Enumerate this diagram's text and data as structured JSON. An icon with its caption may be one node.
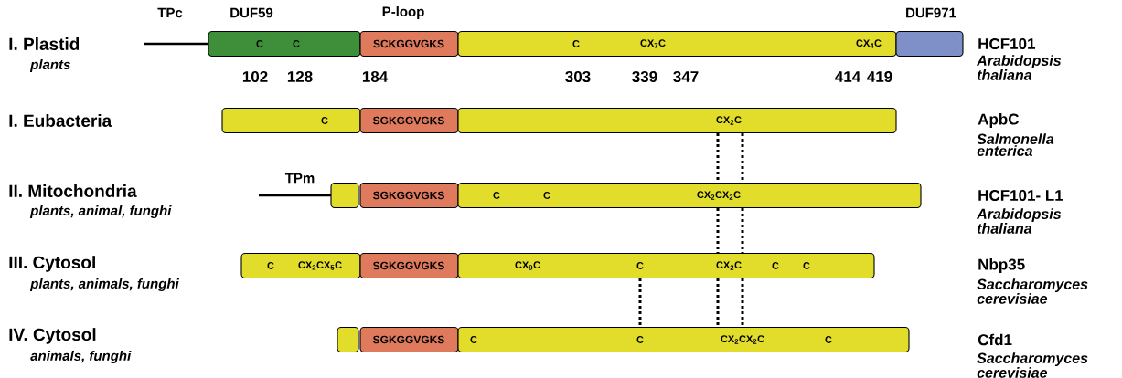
{
  "diagram": {
    "nodes": [
      {
        "text": [
          "DUF59",
          "C",
          "C"
        ],
        "beside": [
          "102",
          "128"
        ]
      },
      {
        "text": [
          "P-loop",
          "SCKGGVGKS"
        ],
        "beside": [
          "184"
        ]
      },
      {
        "text": [
          "C",
          "CX$_{7}$C",
          "CX$_{4}$C"
        ],
        "beside": [
          "303",
          "339",
          "347",
          "414",
          "419"
        ]
      },
      {
        "text": [
          "DUF971"
        ]
      },
      {
        "text": [
          "C"
        ]
      },
      {
        "text": [
          "SGKGGVGKS"
        ]
      },
      {
        "text": [
          "CX$_{2}$C"
        ]
      },
      {
        "text": [],
        "shape": "bar"
      },
      {
        "text": [
          "SGKGGVGKS"
        ]
      },
      {
        "text": [
          "C",
          "C",
          "CX$_{2}$CX$_{2}$C"
        ]
      },
      {
        "text": [
          "C",
          "CX$_{2}$CX$_{5}$C"
        ]
      },
      {
        "text": [
          "SGKGGVGKS"
        ]
      },
      {
        "text": [
          "CX$_{9}$C",
          "C",
          "CX$_{2}$C",
          "C",
          "C"
        ]
      },
      {
        "text": [],
        "shape": "bar"
      },
      {
        "text": [
          "SGKGGVGKS"
        ]
      },
      {
        "text": [
          "C",
          "C",
          "CX$_{2}$CX$_{2}$C",
          "C"
        ]
      }
    ],
    "edges": [
      {
        "from": 6,
        "to": 9,
        "arrow": "none",
        "style": "dashed"
      },
      {
        "from": 6,
        "to": 9,
        "arrow": "none",
        "style": "dashed"
      },
      {
        "from": 9,
        "to": 12,
        "arrow": "none",
        "style": "dashed"
      },
      {
        "from": 9,
        "to": 12,
        "arrow": "none",
        "style": "dashed"
      },
      {
        "from": 12,
        "to": 15,
        "arrow": "none",
        "style": "dashed"
      },
      {
        "from": 12,
        "to": 15,
        "arrow": "none",
        "style": "dashed"
      },
      {
        "from": 12,
        "to": 15,
        "arrow": "none",
        "style": "dashed"
      }
    ],
    "labels": [
      "TPc",
      "I. Plastid",
      "plants",
      "HCF101",
      "Arabidopsis thaliana",
      "I. Eubacteria",
      "ApbC",
      "Salmonella enterica",
      "TPm",
      "II. Mitochondria",
      "plants, animal, funghi",
      "HCF101- L1",
      "Arabidopsis thaliana",
      "III. Cytosol",
      "plants, animals, funghi",
      "Nbp35",
      "Saccharomyces cerevisiae",
      "IV. Cytosol",
      "animals, funghi",
      "Cfd1",
      "Saccharomyces cerevisiae"
    ]
  }
}
